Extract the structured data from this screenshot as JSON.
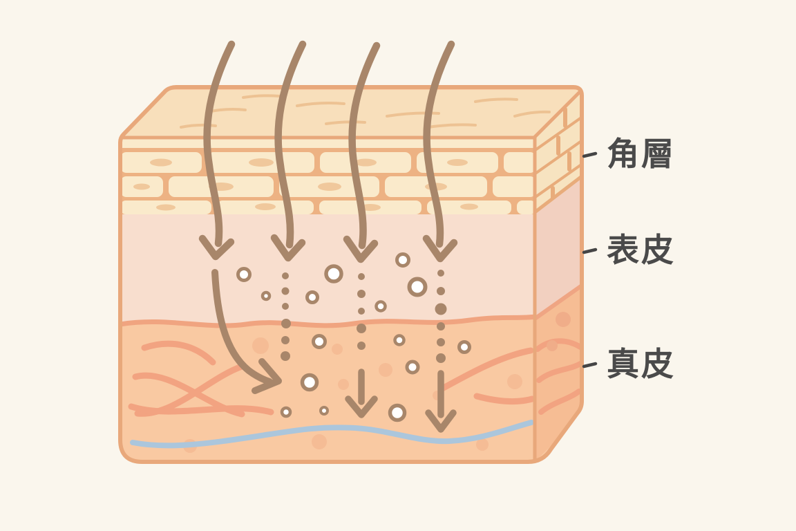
{
  "page": {
    "background_color": "#FAF6ED",
    "kind": "skin cross-section illustration (penetration diagram)"
  },
  "diagram": {
    "labels": [
      {
        "id": "stratum-corneum",
        "text": "角層"
      },
      {
        "id": "epidermis",
        "text": "表皮"
      },
      {
        "id": "dermis",
        "text": "真皮"
      }
    ],
    "layers": [
      {
        "name": "stratum-corneum",
        "fill": "#FAEACB",
        "mortar": "#EDB283"
      },
      {
        "name": "epidermis",
        "fill": "#F8DECE"
      },
      {
        "name": "dermis",
        "fill": "#F9C9A2"
      }
    ],
    "colors": {
      "block_outline": "#E8A87B",
      "top_face": "#F8DFBB",
      "arrow_brown": "#A8866A",
      "fiber_salmon": "#F2A381",
      "vessel_blue": "#ABC6DC",
      "label_gray": "#4A4A4A",
      "bubble_white": "#FFFFFF"
    },
    "penetration_arrows_count": 4
  }
}
